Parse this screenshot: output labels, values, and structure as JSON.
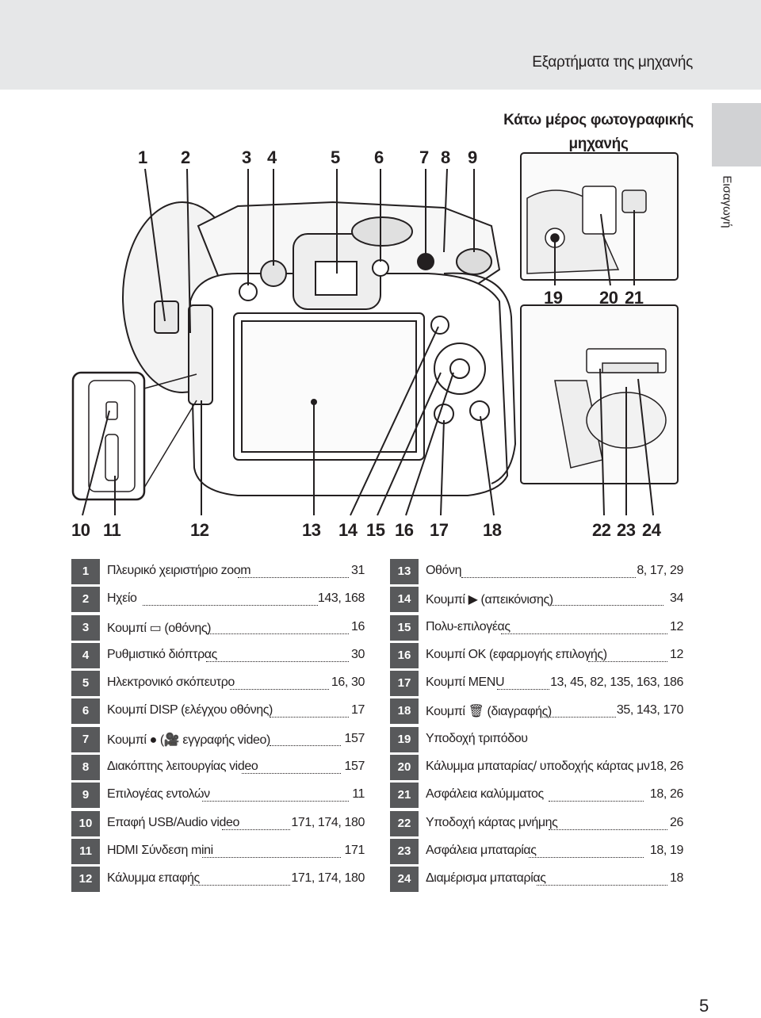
{
  "header": {
    "running_title": "Εξαρτήματα της μηχανής",
    "side_tab_label": "Εισαγωγή"
  },
  "figure": {
    "bottom_view_title_line1": "Κάτω μέρος φωτογραφικής",
    "bottom_view_title_line2": "μηχανής",
    "top_callouts": [
      "1",
      "2",
      "3",
      "4",
      "5",
      "6",
      "7",
      "8",
      "9"
    ],
    "bottom_callouts": [
      "10",
      "11",
      "12",
      "13",
      "14",
      "15",
      "16",
      "17",
      "18"
    ],
    "bottom_view_callouts": [
      "19",
      "20",
      "21"
    ],
    "card_view_callouts": [
      "22",
      "23",
      "24"
    ]
  },
  "parts_left": [
    {
      "num": "1",
      "label": "Πλευρικό χειριστήριο zoom",
      "pages": "31"
    },
    {
      "num": "2",
      "label": "Ηχείο",
      "pages": "143, 168"
    },
    {
      "num": "3",
      "label": "Κουμπί ▭ (οθόνης)",
      "pages": "16"
    },
    {
      "num": "4",
      "label": "Ρυθμιστικό διόπτρας",
      "pages": "30"
    },
    {
      "num": "5",
      "label": "Ηλεκτρονικό σκόπευτρο",
      "pages": "16, 30"
    },
    {
      "num": "6",
      "label": "Κουμπί DISP (ελέγχου οθόνης)",
      "pages": "17"
    },
    {
      "num": "7",
      "label": "Κουμπί ● (🎥 εγγραφής video)",
      "pages": "157"
    },
    {
      "num": "8",
      "label": "Διακόπτης λειτουργίας video",
      "pages": "157"
    },
    {
      "num": "9",
      "label": "Επιλογέας εντολών",
      "pages": "11"
    },
    {
      "num": "10",
      "label": "Επαφή USB/Audio video",
      "pages": "171, 174, 180"
    },
    {
      "num": "11",
      "label": "HDMI Σύνδεση mini",
      "pages": "171"
    },
    {
      "num": "12",
      "label": "Κάλυμμα επαφής",
      "pages": "171, 174, 180"
    }
  ],
  "parts_right": [
    {
      "num": "13",
      "label": "Οθόνη",
      "pages": "8, 17, 29"
    },
    {
      "num": "14",
      "label": "Κουμπί ▶ (απεικόνισης)",
      "pages": "34"
    },
    {
      "num": "15",
      "label": "Πολυ-επιλογέας",
      "pages": "12"
    },
    {
      "num": "16",
      "label": "Κουμπί OK (εφαρμογής επιλογής)",
      "pages": "12"
    },
    {
      "num": "17",
      "label": "Κουμπί MENU",
      "pages": "13, 45, 82, 135, 163, 186"
    },
    {
      "num": "18",
      "label": "Κουμπί 🗑 (διαγραφής)",
      "pages": "35, 143, 170"
    },
    {
      "num": "19",
      "label": "Υποδοχή τριπόδου",
      "pages": ""
    },
    {
      "num": "20",
      "label": "Κάλυμμα μπαταρίας/ υποδοχής κάρτας μνήμης",
      "pages": "18, 26"
    },
    {
      "num": "21",
      "label": "Ασφάλεια καλύμματος",
      "pages": "18, 26"
    },
    {
      "num": "22",
      "label": "Υποδοχή κάρτας μνήμης",
      "pages": "26"
    },
    {
      "num": "23",
      "label": "Ασφάλεια μπαταρίας",
      "pages": "18, 19"
    },
    {
      "num": "24",
      "label": "Διαμέρισμα μπαταρίας",
      "pages": "18"
    }
  ],
  "page_number": "5"
}
